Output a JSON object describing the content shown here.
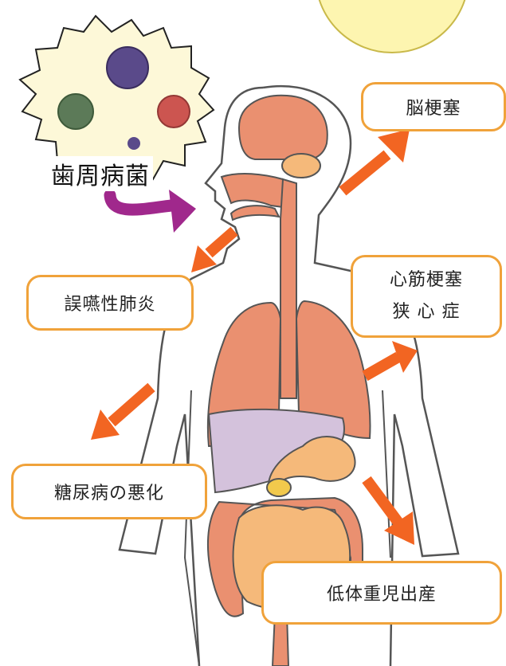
{
  "germ_label": "歯周病菌",
  "diseases": {
    "stroke": "脳梗塞",
    "aspiration_pneumonia": "誤嚥性肺炎",
    "heart_line1": "心筋梗塞",
    "heart_line2": "狭 心 症",
    "diabetes": "糖尿病の悪化",
    "low_birth_weight": "低体重児出産"
  },
  "colors": {
    "box_border": "#f0a23a",
    "arrow": "#f26522",
    "germ_arrow": "#a0288c",
    "organ": "#ea9070",
    "liver": "#d4c2dc",
    "stomach": "#f5b97a",
    "sun": "#fdf5b0"
  }
}
